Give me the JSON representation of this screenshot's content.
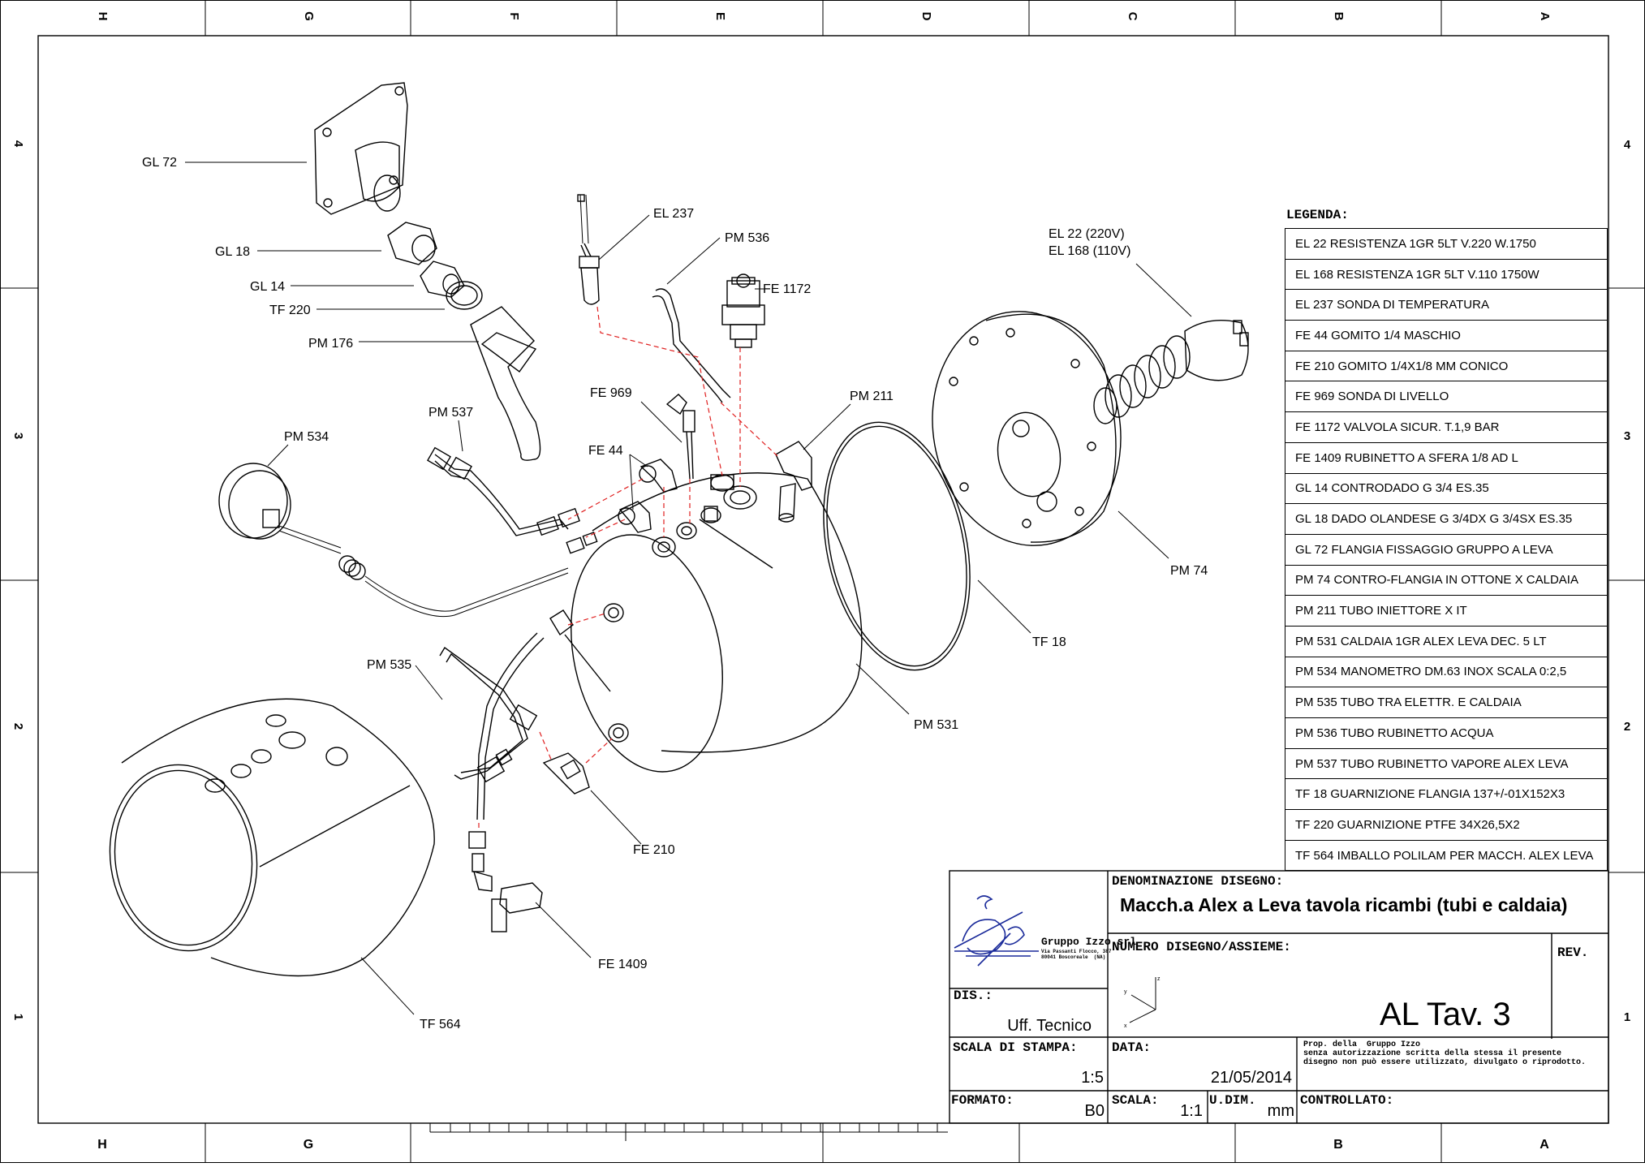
{
  "zone_columns": [
    "H",
    "G",
    "F",
    "E",
    "D",
    "C",
    "B",
    "A"
  ],
  "zone_rows": [
    "4",
    "3",
    "2",
    "1"
  ],
  "callouts": {
    "gl72": "GL 72",
    "gl18": "GL 18",
    "gl14": "GL 14",
    "tf220": "TF 220",
    "pm176": "PM 176",
    "pm534": "PM 534",
    "pm537": "PM 537",
    "fe969": "FE 969",
    "fe44": "FE 44",
    "el237": "EL 237",
    "pm536": "PM 536",
    "fe1172": "FE 1172",
    "pm211": "PM 211",
    "el22": "EL 22   (220V)",
    "el168": "EL 168 (110V)",
    "pm74": "PM 74",
    "tf18": "TF 18",
    "pm531": "PM 531",
    "pm535": "PM 535",
    "fe210": "FE 210",
    "fe1409": "FE 1409",
    "tf564": "TF 564"
  },
  "legend": {
    "title": "LEGENDA:",
    "items": [
      "EL 22 RESISTENZA 1GR 5LT V.220 W.1750",
      "EL 168 RESISTENZA 1GR 5LT V.110 1750W",
      "EL 237 SONDA DI TEMPERATURA",
      "FE 44 GOMITO 1/4 MASCHIO",
      "FE 210 GOMITO 1/4X1/8 MM CONICO",
      "FE 969 SONDA DI LIVELLO",
      "FE 1172 VALVOLA SICUR. T.1,9 BAR",
      "FE 1409 RUBINETTO A SFERA 1/8 AD L",
      "GL 14 CONTRODADO G 3/4 ES.35",
      "GL 18 DADO OLANDESE G 3/4DX G 3/4SX ES.35",
      "GL 72 FLANGIA FISSAGGIO GRUPPO A LEVA",
      "PM 74 CONTRO-FLANGIA IN OTTONE X CALDAIA",
      "PM 211 TUBO INIETTORE X IT",
      "PM 531 CALDAIA  1GR ALEX LEVA DEC. 5 LT",
      "PM 534 MANOMETRO DM.63 INOX SCALA 0:2,5",
      "PM 535 TUBO TRA ELETTR. E CALDAIA",
      "PM 536 TUBO RUBINETTO ACQUA",
      "PM 537 TUBO RUBINETTO VAPORE ALEX LEVA",
      "TF 18 GUARNIZIONE FLANGIA 137+/-01X152X3",
      "TF 220 GUARNIZIONE PTFE 34X26,5X2",
      "TF 564 IMBALLO POLILAM PER MACCH. ALEX LEVA"
    ]
  },
  "title_block": {
    "denominazione_label": "DENOMINAZIONE DISEGNO:",
    "title": "Macch.a Alex a Leva tavola ricambi (tubi e caldaia)",
    "company": "Gruppo Izzo srl",
    "company_address": "Via Passanti Flocco, 387\n80041 Boscoreale  (NA)",
    "numero_label": "NUMERO DISEGNO/ASSIEME:",
    "rev_label": "REV.",
    "drawing_number": "AL Tav. 3",
    "dis_label": "DIS.:",
    "dis_value": "Uff. Tecnico",
    "scala_stampa_label": "SCALA DI STAMPA:",
    "scala_stampa_value": "1:5",
    "data_label": "DATA:",
    "data_value": "21/05/2014",
    "formato_label": "FORMATO:",
    "formato_value": "B0",
    "scala_label": "SCALA:",
    "scala_value": "1:1",
    "udim_label": "U.DIM.",
    "udim_value": "mm",
    "controllato_label": "CONTROLLATO:",
    "prop_text": "Prop. della  Gruppo Izzo\nsenza autorizzazione scritta della stessa il presente\ndisegno non può essere utilizzato, divulgato o riprodotto.",
    "axis_x": "x",
    "axis_y": "y",
    "axis_z": "z"
  }
}
